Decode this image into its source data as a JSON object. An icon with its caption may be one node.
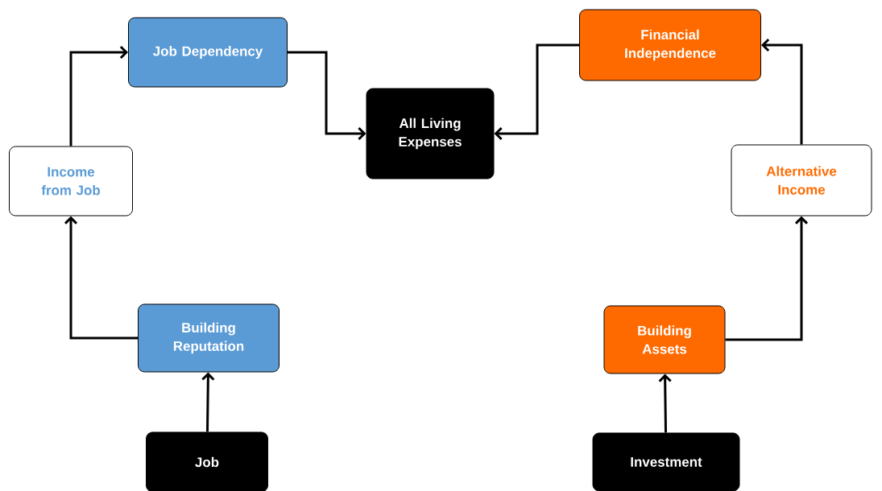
{
  "diagram": {
    "nodes": [
      {
        "text": [
          "Job Dependency"
        ]
      },
      {
        "text": [
          "Financial Independence"
        ]
      },
      {
        "text": [
          "All Living Expenses"
        ]
      },
      {
        "text": [
          "Income from Job"
        ]
      },
      {
        "text": [
          "Alternative Income"
        ]
      },
      {
        "text": [
          "Building Reputation"
        ]
      },
      {
        "text": [
          "Building Assets"
        ]
      },
      {
        "text": [
          "Job"
        ]
      },
      {
        "text": [
          "Investment"
        ]
      }
    ],
    "edges": [
      {
        "from": 7,
        "to": 5,
        "arrow": "to"
      },
      {
        "from": 5,
        "to": 3,
        "arrow": "to"
      },
      {
        "from": 3,
        "to": 0,
        "arrow": "to"
      },
      {
        "from": 0,
        "to": 2,
        "arrow": "to"
      },
      {
        "from": 8,
        "to": 6,
        "arrow": "to"
      },
      {
        "from": 6,
        "to": 4,
        "arrow": "to"
      },
      {
        "from": 4,
        "to": 1,
        "arrow": "to"
      },
      {
        "from": 1,
        "to": 2,
        "arrow": "to"
      }
    ]
  }
}
